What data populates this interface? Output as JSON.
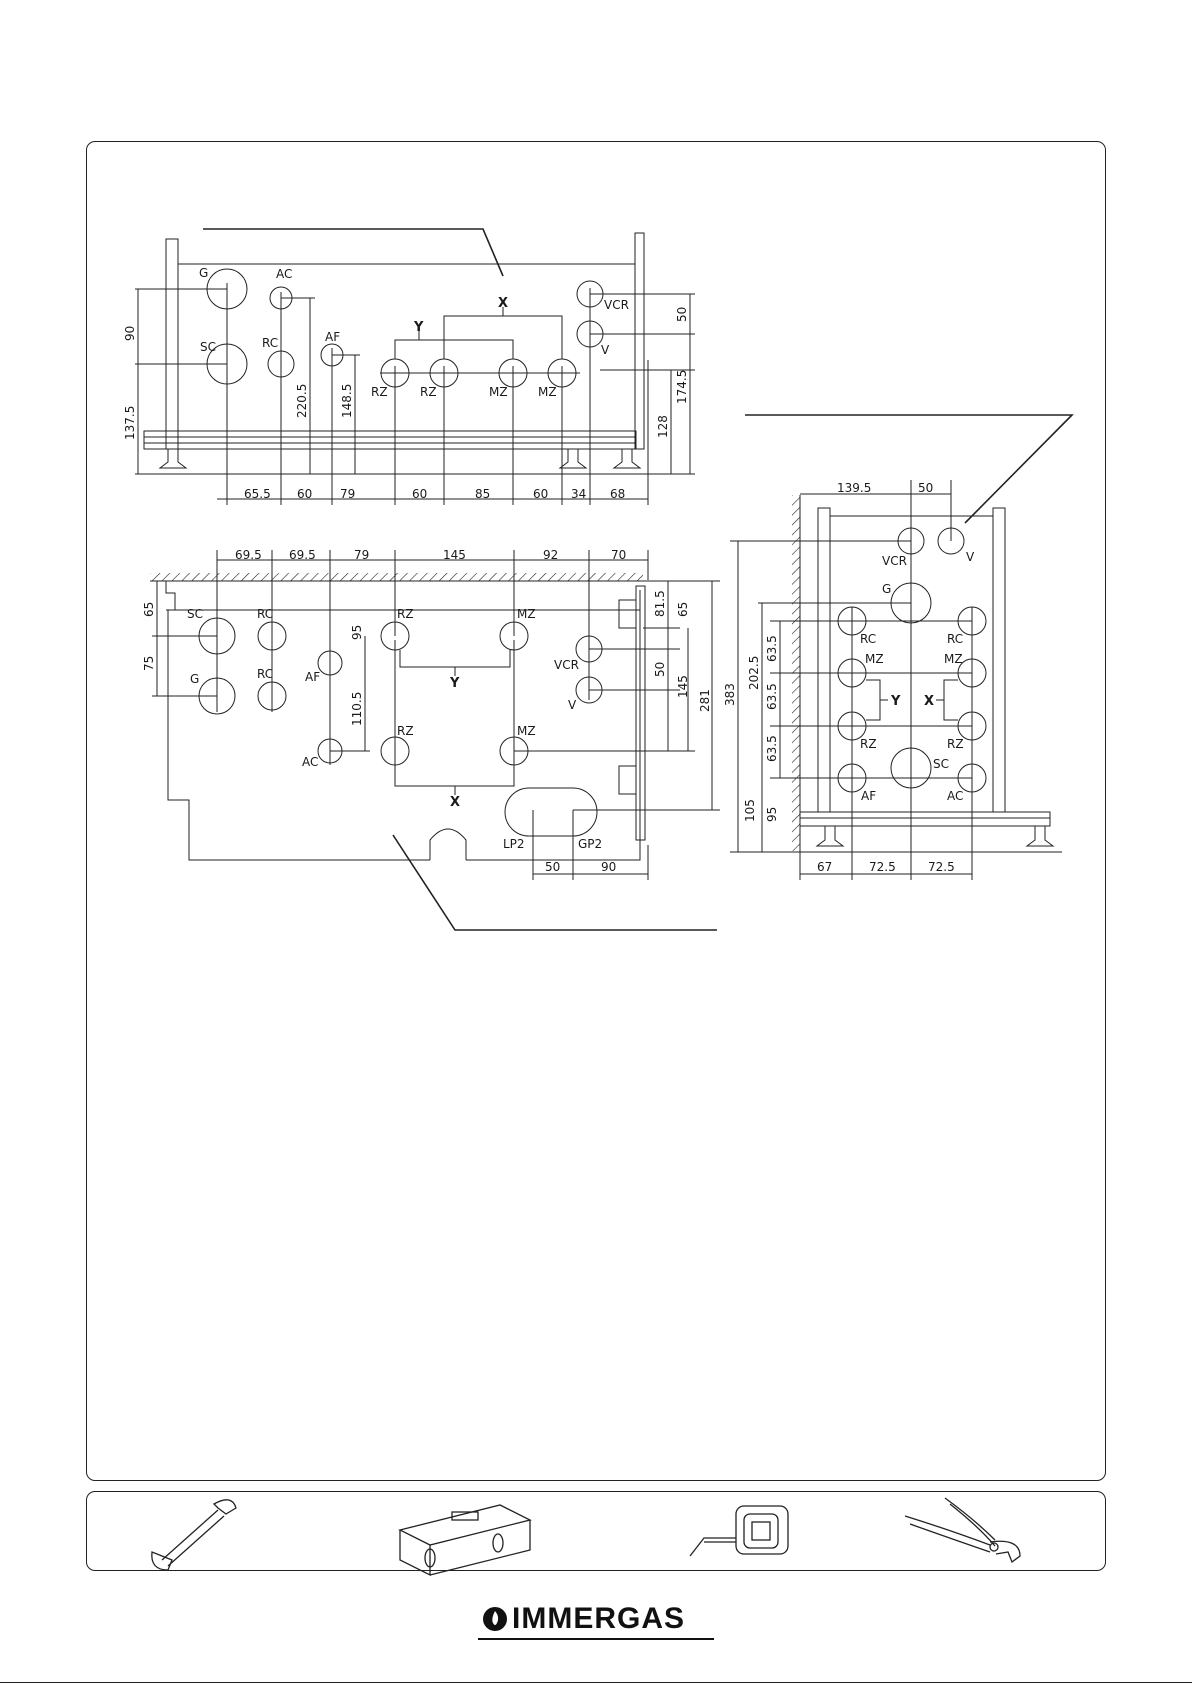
{
  "brand": {
    "name": "IMMERGAS"
  },
  "tools": [
    "wrench-icon",
    "spirit-level-icon",
    "tape-measure-icon",
    "pliers-icon"
  ],
  "front_view": {
    "labels": {
      "G": "G",
      "AC": "AC",
      "SC": "SC",
      "RC": "RC",
      "AF": "AF",
      "VCR": "VCR",
      "V": "V",
      "RZ1": "RZ",
      "RZ2": "RZ",
      "MZ1": "MZ",
      "MZ2": "MZ",
      "X": "X",
      "Y": "Y"
    },
    "dims_bottom": [
      "65.5",
      "60",
      "79",
      "60",
      "85",
      "60",
      "34",
      "68"
    ],
    "dims_left": [
      "90",
      "137.5"
    ],
    "dims_inner": [
      "220.5",
      "148.5",
      "128"
    ],
    "dims_right": [
      "50",
      "174.5"
    ]
  },
  "top_view": {
    "labels": {
      "SC": "SC",
      "RC1": "RC",
      "G": "G",
      "RC2": "RC",
      "AF": "AF",
      "AC": "AC",
      "RZ1": "RZ",
      "MZ1": "MZ",
      "RZ2": "RZ",
      "MZ2": "MZ",
      "VCR": "VCR",
      "V": "V",
      "Y": "Y",
      "X": "X",
      "LP2": "LP2",
      "GP2": "GP2"
    },
    "dims_top": [
      "69.5",
      "69.5",
      "79",
      "145",
      "92",
      "70"
    ],
    "dims_left": [
      "65",
      "75"
    ],
    "dims_inner": [
      "95",
      "110.5"
    ],
    "dims_right": [
      "81.5",
      "65",
      "50",
      "145",
      "281"
    ],
    "dims_bottom": [
      "50",
      "90"
    ]
  },
  "side_view": {
    "labels": {
      "VCR": "VCR",
      "V": "V",
      "G": "G",
      "RC1": "RC",
      "RC2": "RC",
      "MZ1": "MZ",
      "MZ2": "MZ",
      "RZ1": "RZ",
      "RZ2": "RZ",
      "AF": "AF",
      "SC": "SC",
      "AC": "AC",
      "Y": "Y",
      "X": "X"
    },
    "dims_top": [
      "139.5",
      "50"
    ],
    "dims_left": [
      "383",
      "202.5",
      "63.5",
      "63.5",
      "63.5",
      "105",
      "95"
    ],
    "dims_bottom": [
      "67",
      "72.5",
      "72.5"
    ]
  }
}
